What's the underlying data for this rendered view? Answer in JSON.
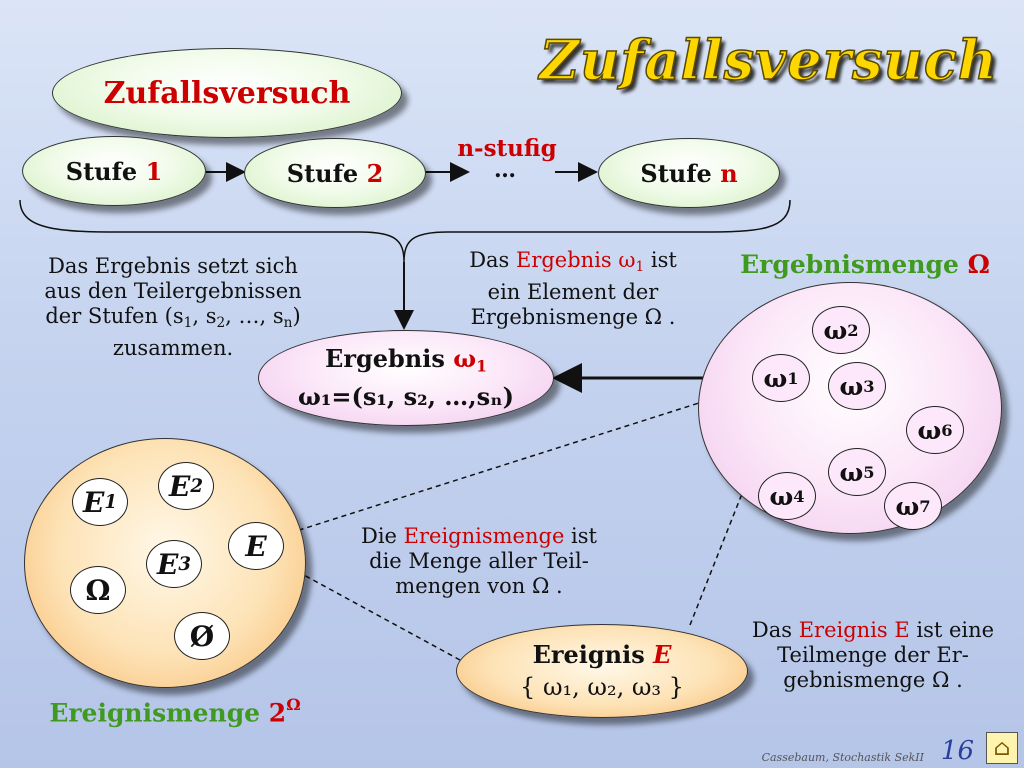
{
  "title": "Zufallsversuch",
  "oval_label": "Zufallsversuch",
  "stages": {
    "stufe_prefix": "Stufe",
    "s1": "1",
    "s2": "2",
    "sn": "n",
    "nstufig": "n-stufig",
    "dots": "…"
  },
  "left_text": {
    "l1": "Das Ergebnis setzt sich",
    "l2": "aus den Teilergebnissen",
    "l3a": "der Stufen (s",
    "l3b": ", s",
    "l3c": ", …, s",
    "l3d": ")",
    "l4": "zusammen.",
    "sub1": "1",
    "sub2": "2",
    "subn": "n"
  },
  "center_text": {
    "c1a": "Das ",
    "c1red": "Ergebnis ω",
    "c1sub": "1",
    "c1b": " ist",
    "c2": "ein Element der",
    "c3": "Ergebnismenge Ω ."
  },
  "ergebnismenge": {
    "label": "Ergebnismenge ",
    "symbol": "Ω"
  },
  "ergebnis_box": {
    "line1a": "Ergebnis ",
    "line1red": "ω",
    "line1sub": "1",
    "line2": "ω₁=(s₁, s₂, …,sₙ)"
  },
  "omega_items": [
    {
      "label": "ω",
      "sub": "1"
    },
    {
      "label": "ω",
      "sub": "2"
    },
    {
      "label": "ω",
      "sub": "3"
    },
    {
      "label": "ω",
      "sub": "4"
    },
    {
      "label": "ω",
      "sub": "5"
    },
    {
      "label": "ω",
      "sub": "6"
    },
    {
      "label": "ω",
      "sub": "7"
    }
  ],
  "event_items": {
    "e1": "E",
    "e1sub": "1",
    "e2": "E",
    "e2sub": "2",
    "e3": "E",
    "e3sub": "3",
    "e": "E",
    "omega": "Ω",
    "empty": "Ø"
  },
  "power_set_label": {
    "text": "Ereignismenge ",
    "red": "2",
    "sup": "Ω"
  },
  "middle_text": {
    "m1a": "Die ",
    "m1red": "Ereignismenge",
    "m1b": " ist",
    "m2": "die Menge aller Teil-",
    "m3": "mengen von Ω ."
  },
  "ereignis_box": {
    "line1a": "Ereignis ",
    "line1red": "E",
    "line2": "{ ω₁, ω₂, ω₃ }"
  },
  "right_text": {
    "r1a": "Das ",
    "r1red": "Ereignis E",
    "r1b": " ist eine",
    "r2": "Teilmenge der Er-",
    "r3": "gebnismenge Ω ."
  },
  "footer": {
    "author": "Cassebaum, Stochastik SekII",
    "page": "16",
    "home_icon": "house-icon"
  }
}
